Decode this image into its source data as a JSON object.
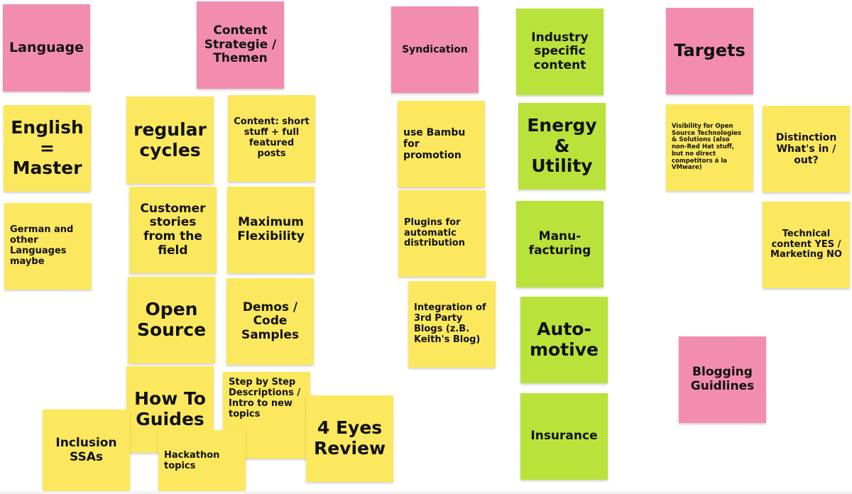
{
  "notes": [
    {
      "id": "language",
      "text": "Language",
      "color": "pink"
    },
    {
      "id": "content-strategie",
      "text": "Content\nStrategie /\nThemen",
      "color": "pink"
    },
    {
      "id": "syndication",
      "text": "Syndication",
      "color": "pink"
    },
    {
      "id": "industry-specific",
      "text": "Industry\nspecific\ncontent",
      "color": "green"
    },
    {
      "id": "targets",
      "text": "Targets",
      "color": "pink"
    },
    {
      "id": "english-master",
      "text": "English\n=\nMaster",
      "color": "yellow"
    },
    {
      "id": "regular-cycles",
      "text": "regular\ncycles",
      "color": "yellow"
    },
    {
      "id": "content-short",
      "text": "Content: short\nstuff + full\nfeatured posts",
      "color": "yellow"
    },
    {
      "id": "use-bambu",
      "text": "use Bambu for\npromotion",
      "color": "yellow"
    },
    {
      "id": "energy-utility",
      "text": "Energy\n&\nUtility",
      "color": "green"
    },
    {
      "id": "visibility",
      "text": "Visibility for Open\nSource Technologies\n& Solutions (also\nnon-Red Hat stuff,\nbut no direct\ncompetitors á la\nVMware)",
      "color": "yellow"
    },
    {
      "id": "distinction",
      "text": "Distinction\nWhat's in /\nout?",
      "color": "yellow"
    },
    {
      "id": "german",
      "text": "German and\nother\nLanguages\nmaybe",
      "color": "yellow"
    },
    {
      "id": "customer-stories",
      "text": "Customer\nstories\nfrom the\nfield",
      "color": "yellow"
    },
    {
      "id": "max-flex",
      "text": "Maximum\nFlexibility",
      "color": "yellow"
    },
    {
      "id": "plugins",
      "text": "Plugins for\nautomatic\ndistribution",
      "color": "yellow"
    },
    {
      "id": "manufacturing",
      "text": "Manu-\nfacturing",
      "color": "green"
    },
    {
      "id": "technical",
      "text": "Technical\ncontent YES /\nMarketing NO",
      "color": "yellow"
    },
    {
      "id": "open-source",
      "text": "Open\nSource",
      "color": "yellow"
    },
    {
      "id": "demos",
      "text": "Demos /\nCode\nSamples",
      "color": "yellow"
    },
    {
      "id": "integration",
      "text": "Integration of\n3rd Party\nBlogs (z.B.\nKeith's Blog)",
      "color": "yellow"
    },
    {
      "id": "automotive",
      "text": "Auto-\nmotive",
      "color": "green"
    },
    {
      "id": "blogging",
      "text": "Blogging\nGuidlines",
      "color": "pink"
    },
    {
      "id": "how-to",
      "text": "How To\nGuides",
      "color": "yellow"
    },
    {
      "id": "step-by-step",
      "text": "Step by Step\nDescriptions /\nIntro to new\ntopics",
      "color": "yellow"
    },
    {
      "id": "four-eyes",
      "text": "4 Eyes\nReview",
      "color": "yellow"
    },
    {
      "id": "insurance",
      "text": "Insurance",
      "color": "green"
    },
    {
      "id": "inclusion",
      "text": "Inclusion\nSSAs",
      "color": "yellow"
    },
    {
      "id": "hackathon",
      "text": "Hackathon\ntopics",
      "color": "yellow"
    }
  ],
  "colors": {
    "pink": "#f28db0",
    "yellow": "#fbe85e",
    "green": "#b9e23b"
  }
}
